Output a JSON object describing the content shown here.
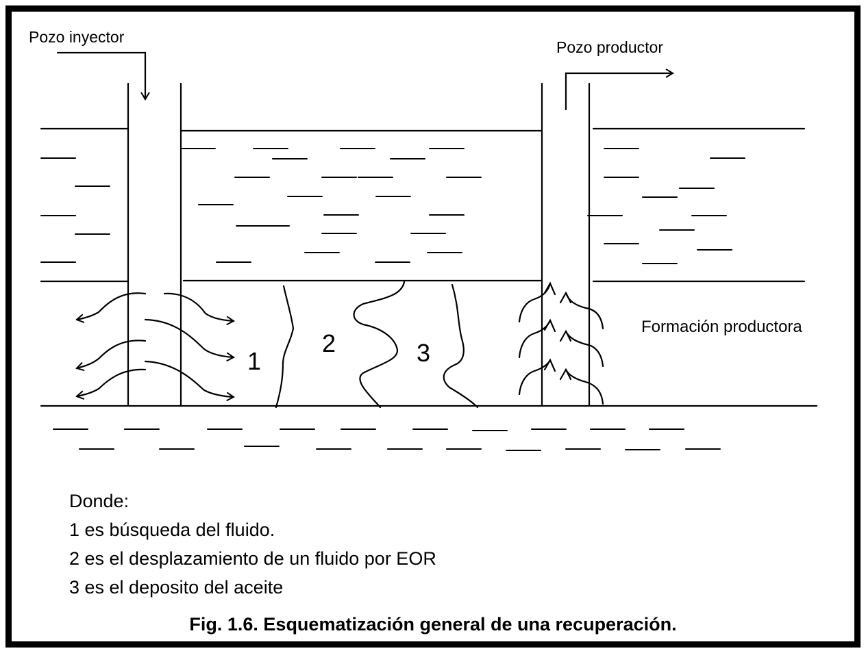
{
  "labels": {
    "injector_well": "Pozo inyector",
    "producer_well": "Pozo productor",
    "producing_formation": "Formación productora"
  },
  "zones": {
    "zone1": "1",
    "zone2": "2",
    "zone3": "3"
  },
  "legend": {
    "heading": "Donde:",
    "items": [
      "1 es búsqueda del fluido.",
      "2 es el desplazamiento de un fluido por EOR",
      "3 es el deposito del aceite"
    ]
  },
  "caption": "Fig. 1.6. Esquematización general de una recuperación.",
  "colors": {
    "ink": "#000000",
    "background": "#ffffff"
  }
}
